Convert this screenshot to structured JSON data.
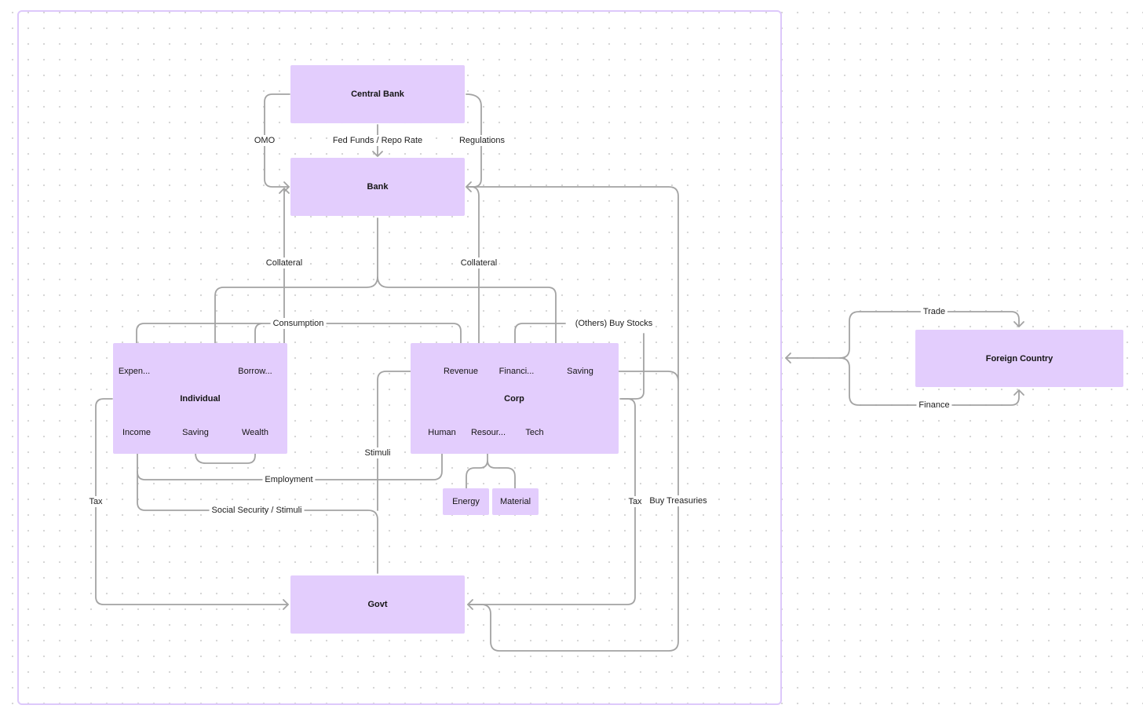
{
  "nodes": {
    "central_bank": "Central Bank",
    "bank": "Bank",
    "govt": "Govt",
    "foreign_country": "Foreign Country"
  },
  "individual": {
    "title": "Individual",
    "expense": "Expen...",
    "borrow": "Borrow...",
    "income": "Income",
    "saving": "Saving",
    "wealth": "Wealth"
  },
  "corp": {
    "title": "Corp",
    "revenue": "Revenue",
    "financing": "Financi...",
    "saving": "Saving",
    "human": "Human",
    "resources": "Resour...",
    "tech": "Tech"
  },
  "resources": {
    "energy": "Energy",
    "material": "Material"
  },
  "edge_labels": {
    "omo": "OMO",
    "fed_funds": "Fed Funds / Repo Rate",
    "regulations": "Regulations",
    "collateral_left": "Collateral",
    "collateral_right": "Collateral",
    "consumption": "Consumption",
    "others_buy_stocks": "(Others) Buy Stocks",
    "stimuli": "Stimuli",
    "employment": "Employment",
    "social_security": "Social Security / Stimuli",
    "tax_left": "Tax",
    "tax_right": "Tax",
    "buy_treasuries": "Buy Treasuries",
    "trade": "Trade",
    "finance": "Finance"
  }
}
